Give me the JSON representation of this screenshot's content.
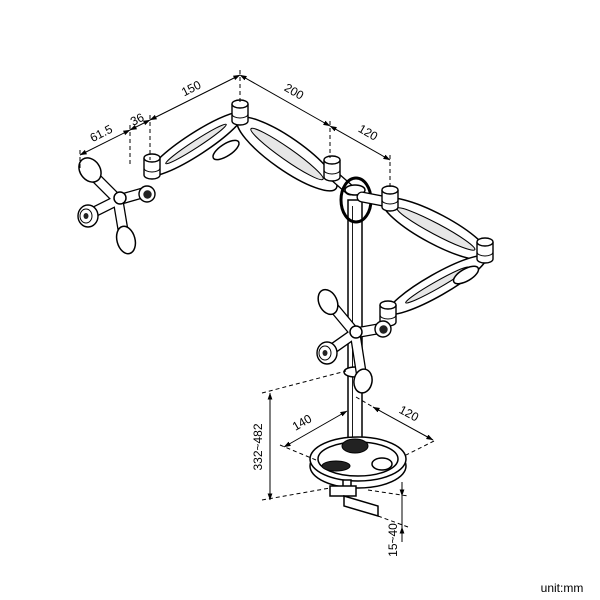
{
  "dimensions": {
    "vesa_plate": "61.5",
    "tilt_offset": "36",
    "forearm_length": "150",
    "upper_arm_length": "200",
    "arm_pivot_spacing": "120",
    "base_depth": "140",
    "base_width": "120",
    "height_range": "332~482",
    "clamp_range": "15~40"
  },
  "unit_label": "unit:mm"
}
